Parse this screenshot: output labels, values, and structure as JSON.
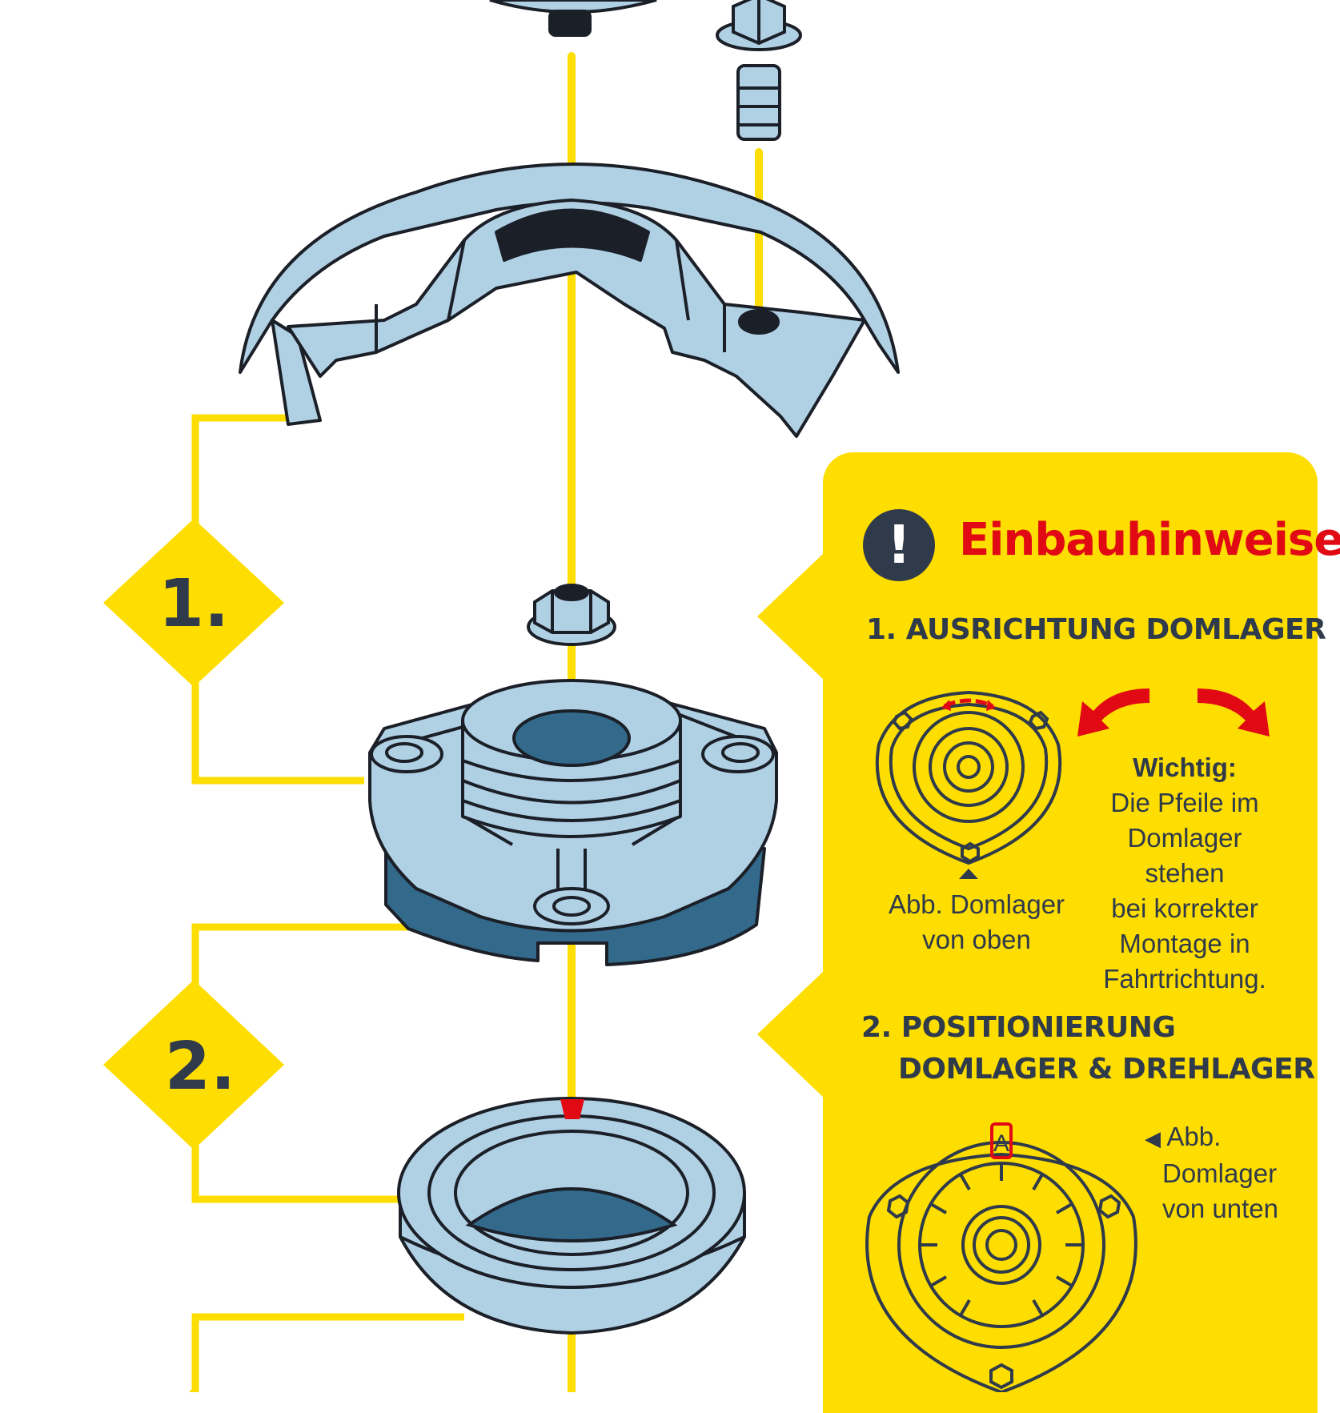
{
  "steps": [
    {
      "number": "1."
    },
    {
      "number": "2."
    }
  ],
  "panel": {
    "title": "Einbauhinweise",
    "section1": {
      "title": "1. AUSRICHTUNG DOMLAGER",
      "caption_lines": [
        "Abb. Domlager",
        "von oben"
      ],
      "note_head": "Wichtig:",
      "note_lines": [
        "Die Pfeile im",
        "Domlager stehen",
        "bei korrekter",
        "Montage in",
        "Fahrtrichtung."
      ]
    },
    "section2": {
      "title_line1": "2. POSITIONIERUNG",
      "title_line2": "DOMLAGER & DREHLAGER",
      "caption_lines": [
        "Abb.",
        "Domlager",
        "von unten"
      ],
      "marker_letter": "A"
    }
  },
  "colors": {
    "yellow": "#fedd00",
    "part_light": "#b0d0e4",
    "part_dark": "#33698a",
    "outline": "#1b1f27",
    "text_dark": "#2f3a4b",
    "red": "#e10a14"
  },
  "icons": [
    "exclamation-icon",
    "rotate-arrows-icon",
    "triangle-pointer-icon"
  ]
}
